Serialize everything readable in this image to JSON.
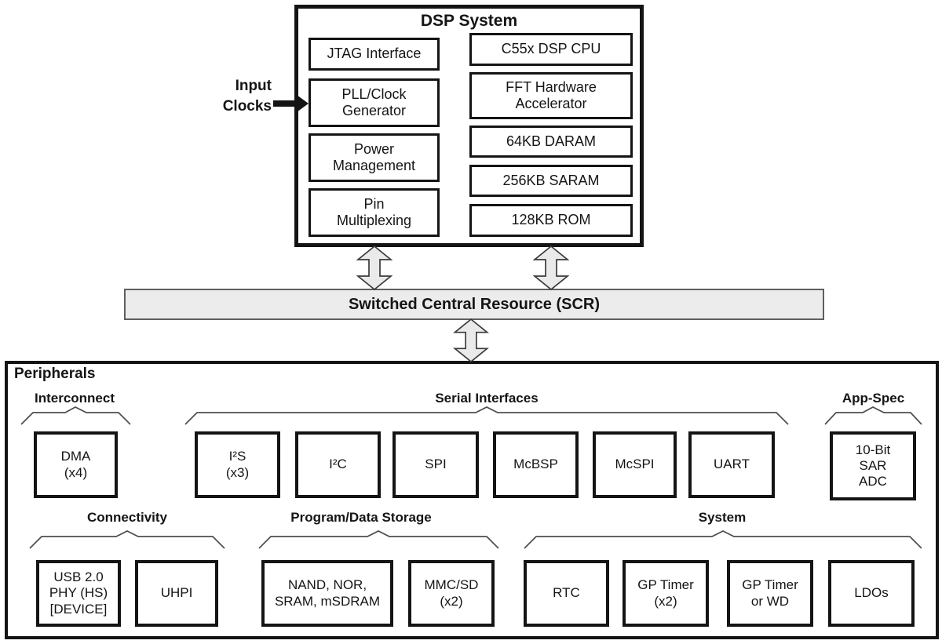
{
  "input_clocks": {
    "label": "Input\nClocks"
  },
  "dsp_system": {
    "title": "DSP System",
    "left_blocks": [
      "JTAG Interface",
      "PLL/Clock\nGenerator",
      "Power\nManagement",
      "Pin\nMultiplexing"
    ],
    "right_blocks": [
      "C55x DSP CPU",
      "FFT Hardware\nAccelerator",
      "64KB DARAM",
      "256KB SARAM",
      "128KB ROM"
    ]
  },
  "scr": {
    "label": "Switched Central Resource (SCR)"
  },
  "peripherals": {
    "title": "Peripherals",
    "groups": [
      {
        "name": "Interconnect",
        "blocks": [
          "DMA\n(x4)"
        ]
      },
      {
        "name": "Serial Interfaces",
        "blocks": [
          "I²S\n(x3)",
          "I²C",
          "SPI",
          "McBSP",
          "McSPI",
          "UART"
        ]
      },
      {
        "name": "App-Spec",
        "blocks": [
          "10-Bit\nSAR\nADC"
        ]
      },
      {
        "name": "Connectivity",
        "blocks": [
          "USB 2.0\nPHY (HS)\n[DEVICE]",
          "UHPI"
        ]
      },
      {
        "name": "Program/Data Storage",
        "blocks": [
          "NAND, NOR,\nSRAM, mSDRAM",
          "MMC/SD\n(x2)"
        ]
      },
      {
        "name": "System",
        "blocks": [
          "RTC",
          "GP Timer\n(x2)",
          "GP Timer\nor WD",
          "LDOs"
        ]
      }
    ]
  },
  "colors": {
    "background": "#ffffff",
    "box_border": "#141414",
    "scr_fill": "#ececec",
    "scr_border": "#5f5f5f",
    "arrow_fill": "#eaeaea",
    "arrow_stroke": "#3a3a3a",
    "brace_stroke": "#4d4d4d"
  }
}
